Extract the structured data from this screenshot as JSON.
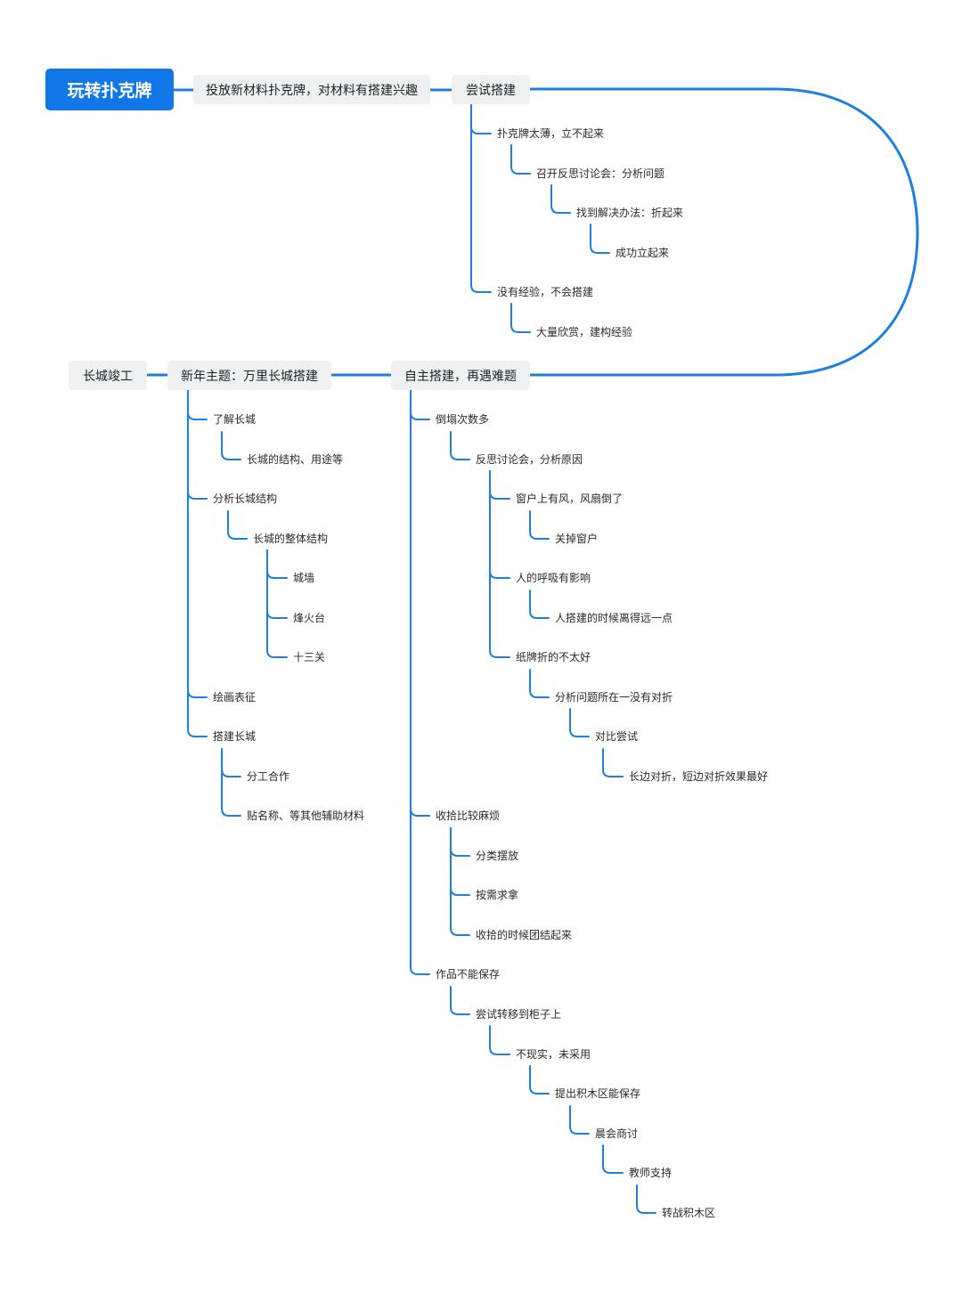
{
  "colors": {
    "line": "#1e7fe0",
    "root_bg": "#1177e6",
    "pill_bg": "#eef0f2"
  },
  "main": {
    "root": "玩转扑克牌",
    "topic1": "投放新材料扑克牌，对材料有搭建兴趣",
    "topic2": "尝试搭建",
    "topic3": "自主搭建，再遇难题",
    "topic4": "新年主题：万里长城搭建",
    "topic5": "长城竣工"
  },
  "branch_a": {
    "n1": "扑克牌太薄，立不起来",
    "n2": "召开反思讨论会：分析问题",
    "n3": "找到解决办法：折起来",
    "n4": "成功立起来",
    "n5": "没有经验，不会搭建",
    "n6": "大量欣赏，建构经验"
  },
  "branch_b": {
    "n1": "倒塌次数多",
    "n2": "反思讨论会，分析原因",
    "n3": "窗户上有风，风扇倒了",
    "n4": "关掉窗户",
    "n5": "人的呼吸有影响",
    "n6": "人搭建的时候离得远一点",
    "n7": "纸牌折的不太好",
    "n8": "分析问题所在一没有对折",
    "n9": "对比尝试",
    "n10": "长边对折，短边对折效果最好",
    "n11": "收拾比较麻烦",
    "n12": "分类摆放",
    "n13": "按需求拿",
    "n14": "收拾的时候团结起来",
    "n15": "作品不能保存",
    "n16": "尝试转移到柜子上",
    "n17": "不现实，未采用",
    "n18": "提出积木区能保存",
    "n19": "晨会商讨",
    "n20": "教师支持",
    "n21": "转战积木区"
  },
  "branch_c": {
    "n1": "了解长城",
    "n2": "长城的结构、用途等",
    "n3": "分析长城结构",
    "n4": "长城的整体结构",
    "n5": "城墙",
    "n6": "烽火台",
    "n7": "十三关",
    "n8": "绘画表征",
    "n9": "搭建长城",
    "n10": "分工合作",
    "n11": "贴名称、等其他辅助材料"
  }
}
